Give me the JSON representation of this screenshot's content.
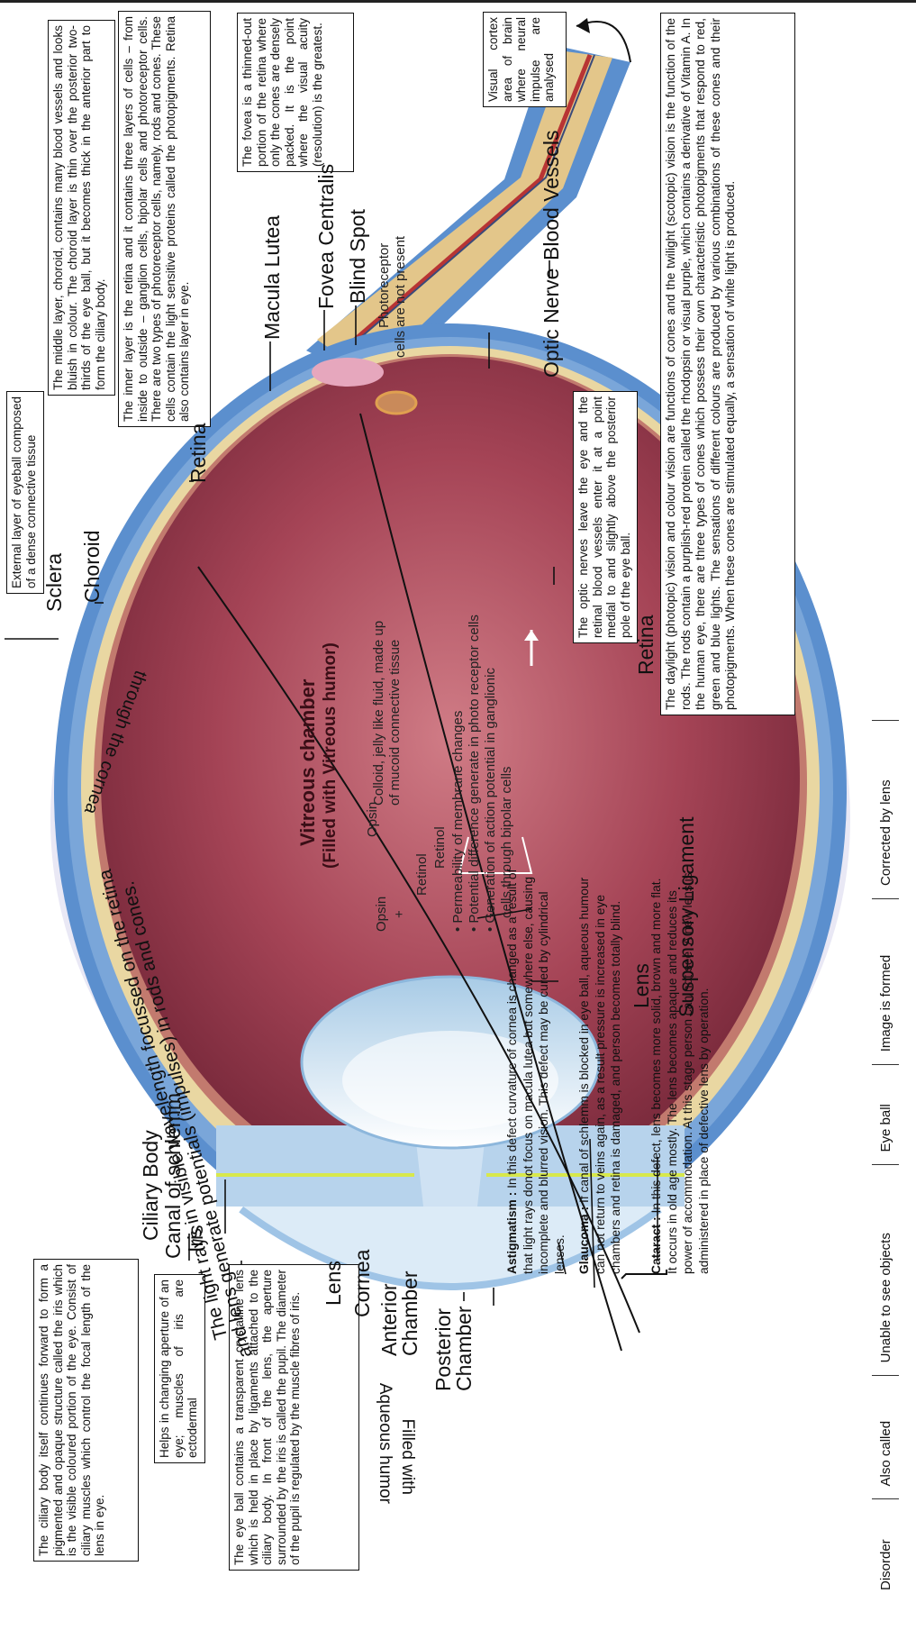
{
  "boxes": {
    "ciliary": "The ciliary body itself continues forward to form a pigmented and opaque structure called the iris which is the visible coloured portion of the eye. Consist of ciliary muscles which control the focal length of the lens in eye.",
    "iris_note": "Helps in changing aperture of an eye; muscles of iris are ectodermal",
    "lens_note": "The eye ball contains a transparent crystalline lens which is held in place by ligaments attached to the ciliary body. In front of the lens, the aperture surrounded by the iris is called the pupil. The diameter of the pupil is regulated by the muscle fibres of iris.",
    "sclera": "External layer of eyeball composed of a dense connective tissue",
    "choroid": "The middle layer, choroid, contains many blood vessels and looks bluish in colour. The choroid layer is thin over the posterior two-thirds of the eye ball, but it becomes thick in the anterior part to form the ciliary body.",
    "retina": "The inner layer is the retina and it contains three layers of cells – from inside to outside – ganglion cells, bipolar cells and photoreceptor cells. There are two types of photoreceptor cells, namely, rods and cones. These cells contain the light sensitive proteins called the photopigments. Retina also contains layer in eye.",
    "fovea": "The fovea is a thinned-out portion of the retina where only the cones are densely packed. It is the point where the visual acuity (resolution) is the greatest.",
    "visual": "Visual cortex area of brain where neural impulse are analysed",
    "optic": "The optic nerves leave the eye and the retinal blood vessels enter it at a point medial to and slightly above the posterior pole of the eye ball.",
    "daylight": "The daylight (photopic) vision and colour vision are functions of cones and the twilight (scotopic) vision is the function of the rods. The rods contain a purplish-red protein called the rhodopsin or visual purple, which contains a derivative of Vitamin A. In the human eye, there are three types of cones which possess their own characteristic photopigments that respond to red, green and blue lights. The sensations of different colours are produced by various combinations of these cones and their photopigments. When these cones are stimulated equally, a sensation of white light is produced."
  },
  "labels": {
    "ciliary_body": "Ciliary Body",
    "canal": "Canal of schlemm",
    "iris": "Iris",
    "lens_left": "Lens",
    "cornea": "Cornea",
    "anterior": "Anterior",
    "anterior2": "Chamber",
    "posterior": "Posterior",
    "posterior2": "Chamber",
    "aqueous": "Filled with",
    "aqueous2": "Aqueous humor",
    "sclera": "Sclera",
    "choroid": "Choroid",
    "retina_top": "Retina",
    "macula": "Macula Lutea",
    "fovea": "Fovea Centralis",
    "blind": "Blind Spot",
    "blind_note1": "Photoreceptor",
    "blind_note2": "cells are not present",
    "optic": "Optic Nerve",
    "vessels": "Blood Vessels",
    "retina_bottom": "Retina",
    "lens_bottom": "Lens",
    "suspensory": "Suspensory Ligament",
    "vitreous1": "Vitreous chamber",
    "vitreous2": "(Filled with Vitreous humor)",
    "colloid1": "Colloid, jelly like fluid, made up",
    "colloid2": "of mucoid connective tissue",
    "opsin1": "Opsin",
    "plus": "+",
    "retinol1": "Retinol",
    "opsin2": "Opsin",
    "retinol2": "Retinol",
    "bullet1": "Permeability of membrane changes",
    "bullet2": "Potential difference generate in photo receptor cells",
    "bullet3": "Generation of action potential in ganglionic",
    "bullet3b": "cells through bipolar cells",
    "rays1": "The light rays in visible wavelength focussed on the retina",
    "rays2": "and lens generate potentials (impulses) in rods and cones.",
    "cornea_curve": "through the cornea"
  },
  "defects": {
    "astig_title": "Astigmatism :",
    "astig": "In this defect curvature of cornea is changed as a result of that light rays donot focus on macula lutea but somewhere else, causing incomplete and blurred vision. This defect may be cured by cylindrical lenses.",
    "glauc_title": "Glaucoma :",
    "glauc": "If canal of schlemm is blocked in eye ball, aqueous humour can not return to veins again, as a result pressure is increased in eye chambers and retina is damaged, and person becomes totally blind.",
    "cat_title": "Cataract :",
    "cat": "In this defect, lens becomes more solid, brown and more flat. It occurs in old age mostly. The lens becomes apaque and reduces its power of accommodation. At this stage person can not see. A new lens is administered in place of defective lens by operation."
  },
  "table": [
    "Disorder",
    "Also called",
    "Unable to see objects",
    "Eye ball",
    "Image is formed",
    "Corrected by lens"
  ],
  "colors": {
    "sclera": "#5b8fce",
    "choroid": "#e9d7a2",
    "vitreous": "#9e3a4e",
    "watermark": "#d7d6ec",
    "nerve": "#e3c68a"
  }
}
